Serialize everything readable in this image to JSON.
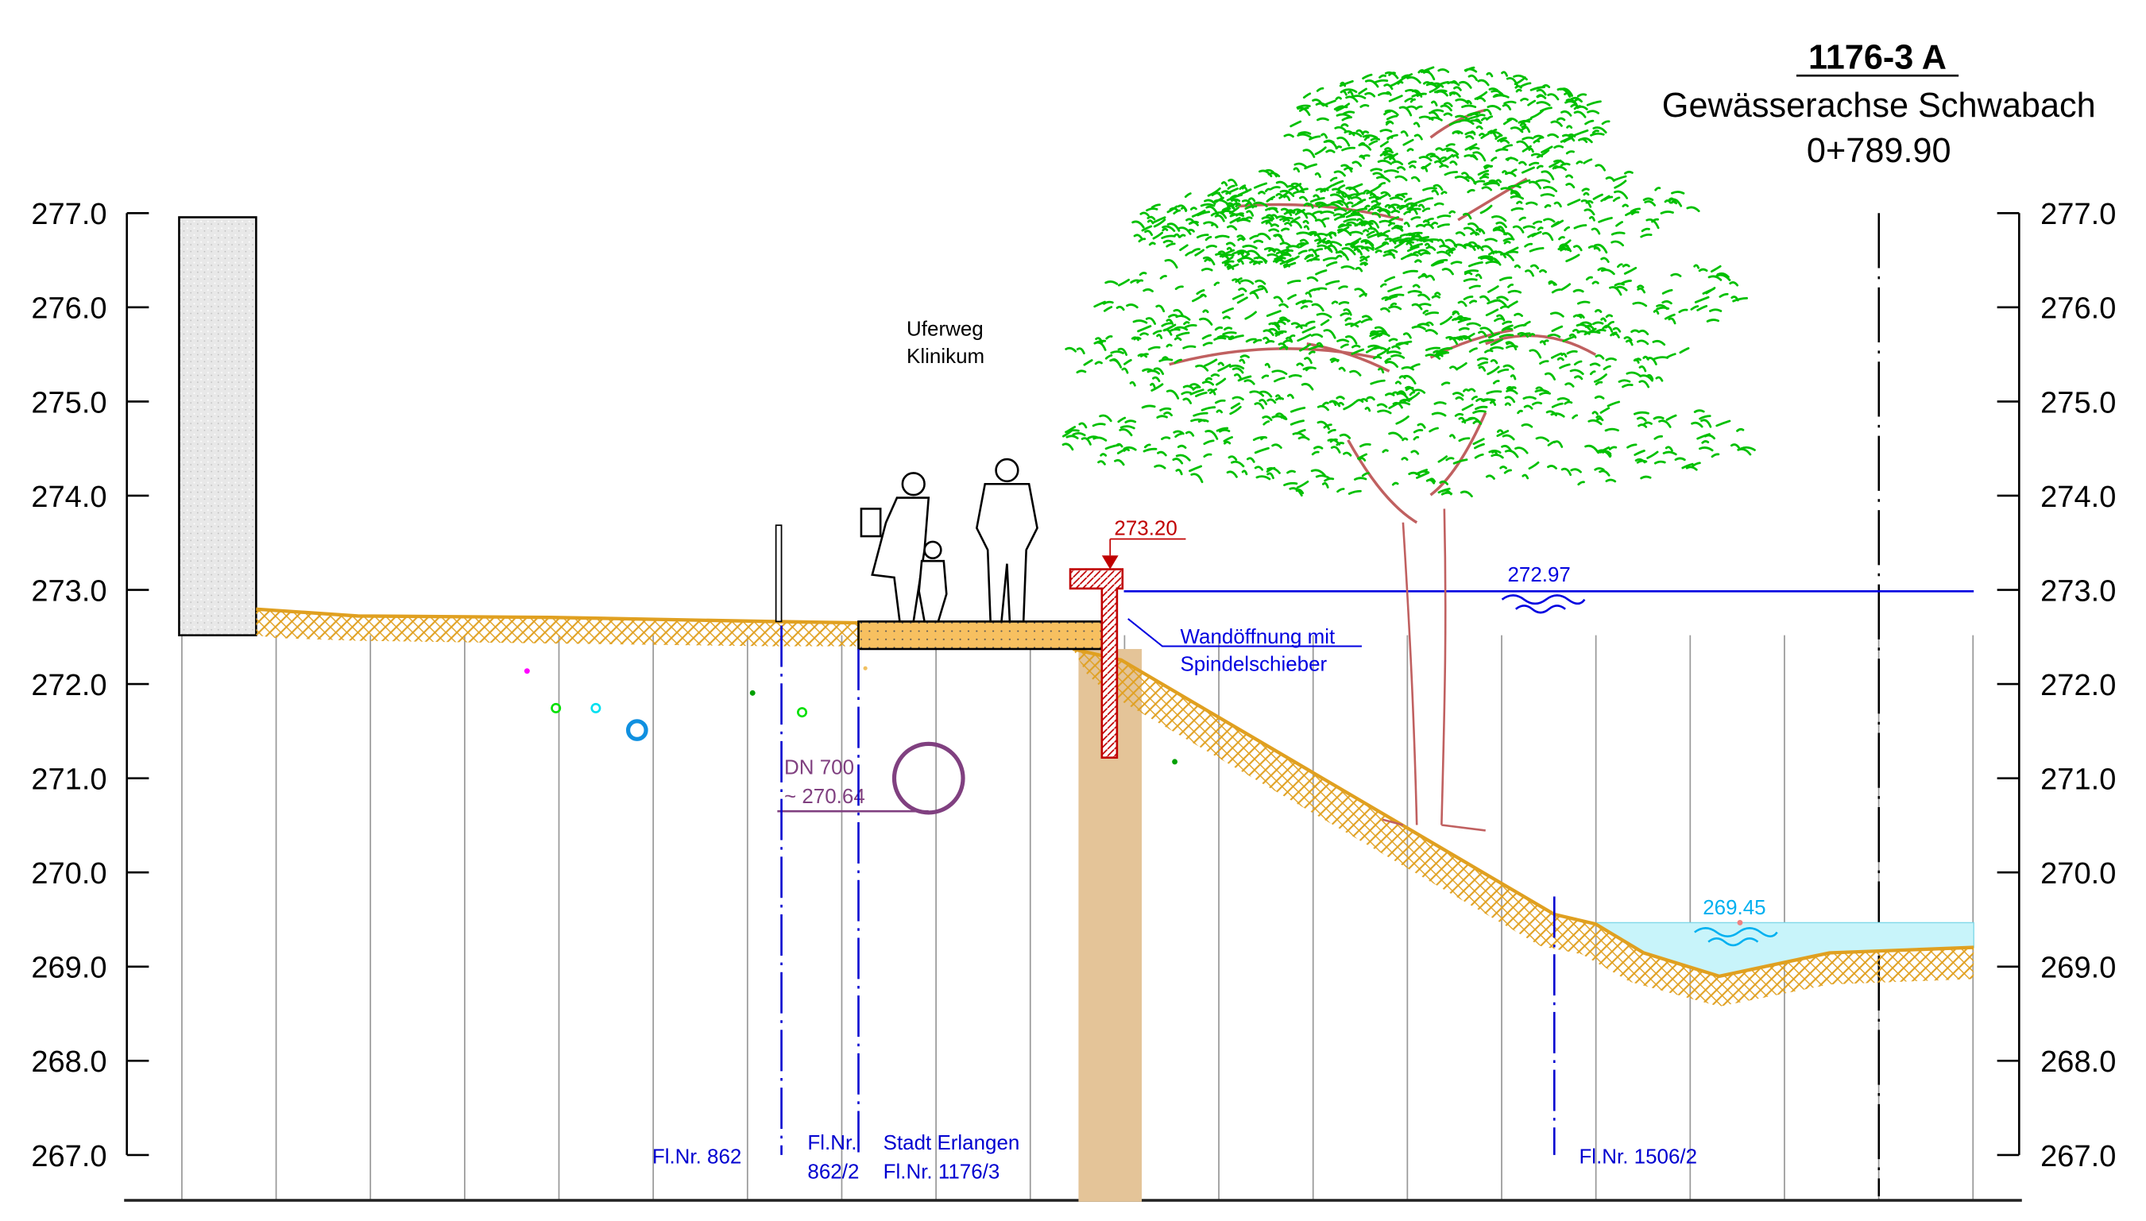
{
  "header": {
    "title": "1176-3 A",
    "subtitle": "Gewässerachse Schwabach",
    "station": "0+789.90"
  },
  "axis": {
    "left_ticks": [
      "277.0",
      "276.0",
      "275.0",
      "274.0",
      "273.0",
      "272.0",
      "271.0",
      "270.0",
      "269.0",
      "268.0",
      "267.0"
    ],
    "right_ticks": [
      "277.0",
      "276.0",
      "275.0",
      "274.0",
      "273.0",
      "272.0",
      "271.0",
      "270.0",
      "269.0",
      "268.0",
      "267.0"
    ],
    "range": [
      267.0,
      277.0
    ]
  },
  "labels": {
    "path_line1": "Uferweg",
    "path_line2": "Klinikum",
    "wall_top": "273.20",
    "flood_level": "272.97",
    "opening_line1": "Wandöffnung mit",
    "opening_line2": "Spindelschieber",
    "pipe_line1": "DN 700",
    "pipe_line2": "~ 270.64",
    "water_level": "269.45",
    "parcel_1": "Fl.Nr. 862",
    "parcel_2_line1": "Fl.Nr.",
    "parcel_2_line2": "862/2",
    "parcel_3_line1": "Stadt Erlangen",
    "parcel_3_line2": "Fl.Nr. 1176/3",
    "parcel_4": "Fl.Nr. 1506/2"
  },
  "colors": {
    "terrain": "#e0a020",
    "wall": "#c00000",
    "water_line": "#0000e0",
    "water_fill": "#c8f4fa",
    "river_label": "#00b0f0",
    "pipe": "#804080",
    "foliage": "#00c000",
    "branch": "#c06060",
    "parcel": "#0000d0"
  }
}
